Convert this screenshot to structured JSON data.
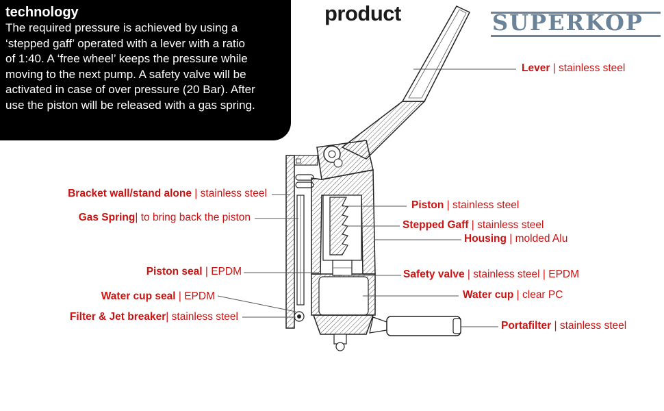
{
  "technology": {
    "title": "technology",
    "lines": [
      "The required pressure is achieved by using a",
      "‘stepped gaff’ operated with a lever with a ratio",
      "of 1:40. A ‘free wheel’ keeps the pressure while",
      "moving to the next pump. A safety valve will be",
      "activated in case of over pressure (20 Bar). After",
      "use the piston will be released with a gas spring."
    ]
  },
  "product": {
    "title": "product"
  },
  "logo": {
    "text": "SUPERKOP"
  },
  "colors": {
    "label_red": "#cc1111",
    "logo_blue": "#6a8398",
    "line_gray": "#555555"
  },
  "callouts_left": [
    {
      "name": "Bracket wall/stand alone",
      "separator": " | ",
      "detail": "stainless steel"
    },
    {
      "name": "Gas Spring",
      "separator": "| ",
      "detail": "to bring back the piston"
    },
    {
      "name": "Piston seal",
      "separator": " | ",
      "detail": "EPDM"
    },
    {
      "name": "Water cup seal",
      "separator": " | ",
      "detail": "EPDM"
    },
    {
      "name": "Filter & Jet breaker",
      "separator": "| ",
      "detail": "stainless steel"
    }
  ],
  "callouts_right": [
    {
      "name": "Lever",
      "separator": " | ",
      "detail": "stainless steel"
    },
    {
      "name": "Piston",
      "separator": " | ",
      "detail": "stainless steel"
    },
    {
      "name": "Stepped Gaff",
      "separator": " | ",
      "detail": "stainless steel"
    },
    {
      "name": "Housing",
      "separator": " | ",
      "detail": "molded Alu"
    },
    {
      "name": "Safety valve",
      "separator": " | ",
      "detail": "stainless steel | EPDM"
    },
    {
      "name": "Water cup",
      "separator": " | ",
      "detail": "clear PC"
    },
    {
      "name": "Portafilter",
      "separator": " | ",
      "detail": "stainless steel"
    }
  ]
}
